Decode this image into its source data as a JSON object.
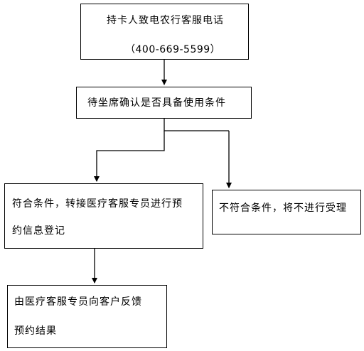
{
  "nodes": {
    "start": {
      "line1": "持卡人致电农行客服电话",
      "line2": "（400-669-5599）"
    },
    "check": {
      "text": "待坐席确认是否具备使用条件"
    },
    "eligible": {
      "line1": "符合条件，转接医疗客服专员进行预",
      "line2": "约信息登记"
    },
    "ineligible": {
      "text": "不符合条件，将不进行受理"
    },
    "feedback": {
      "line1": "由医疗客服专员向客户反馈",
      "line2": "预约结果"
    }
  }
}
